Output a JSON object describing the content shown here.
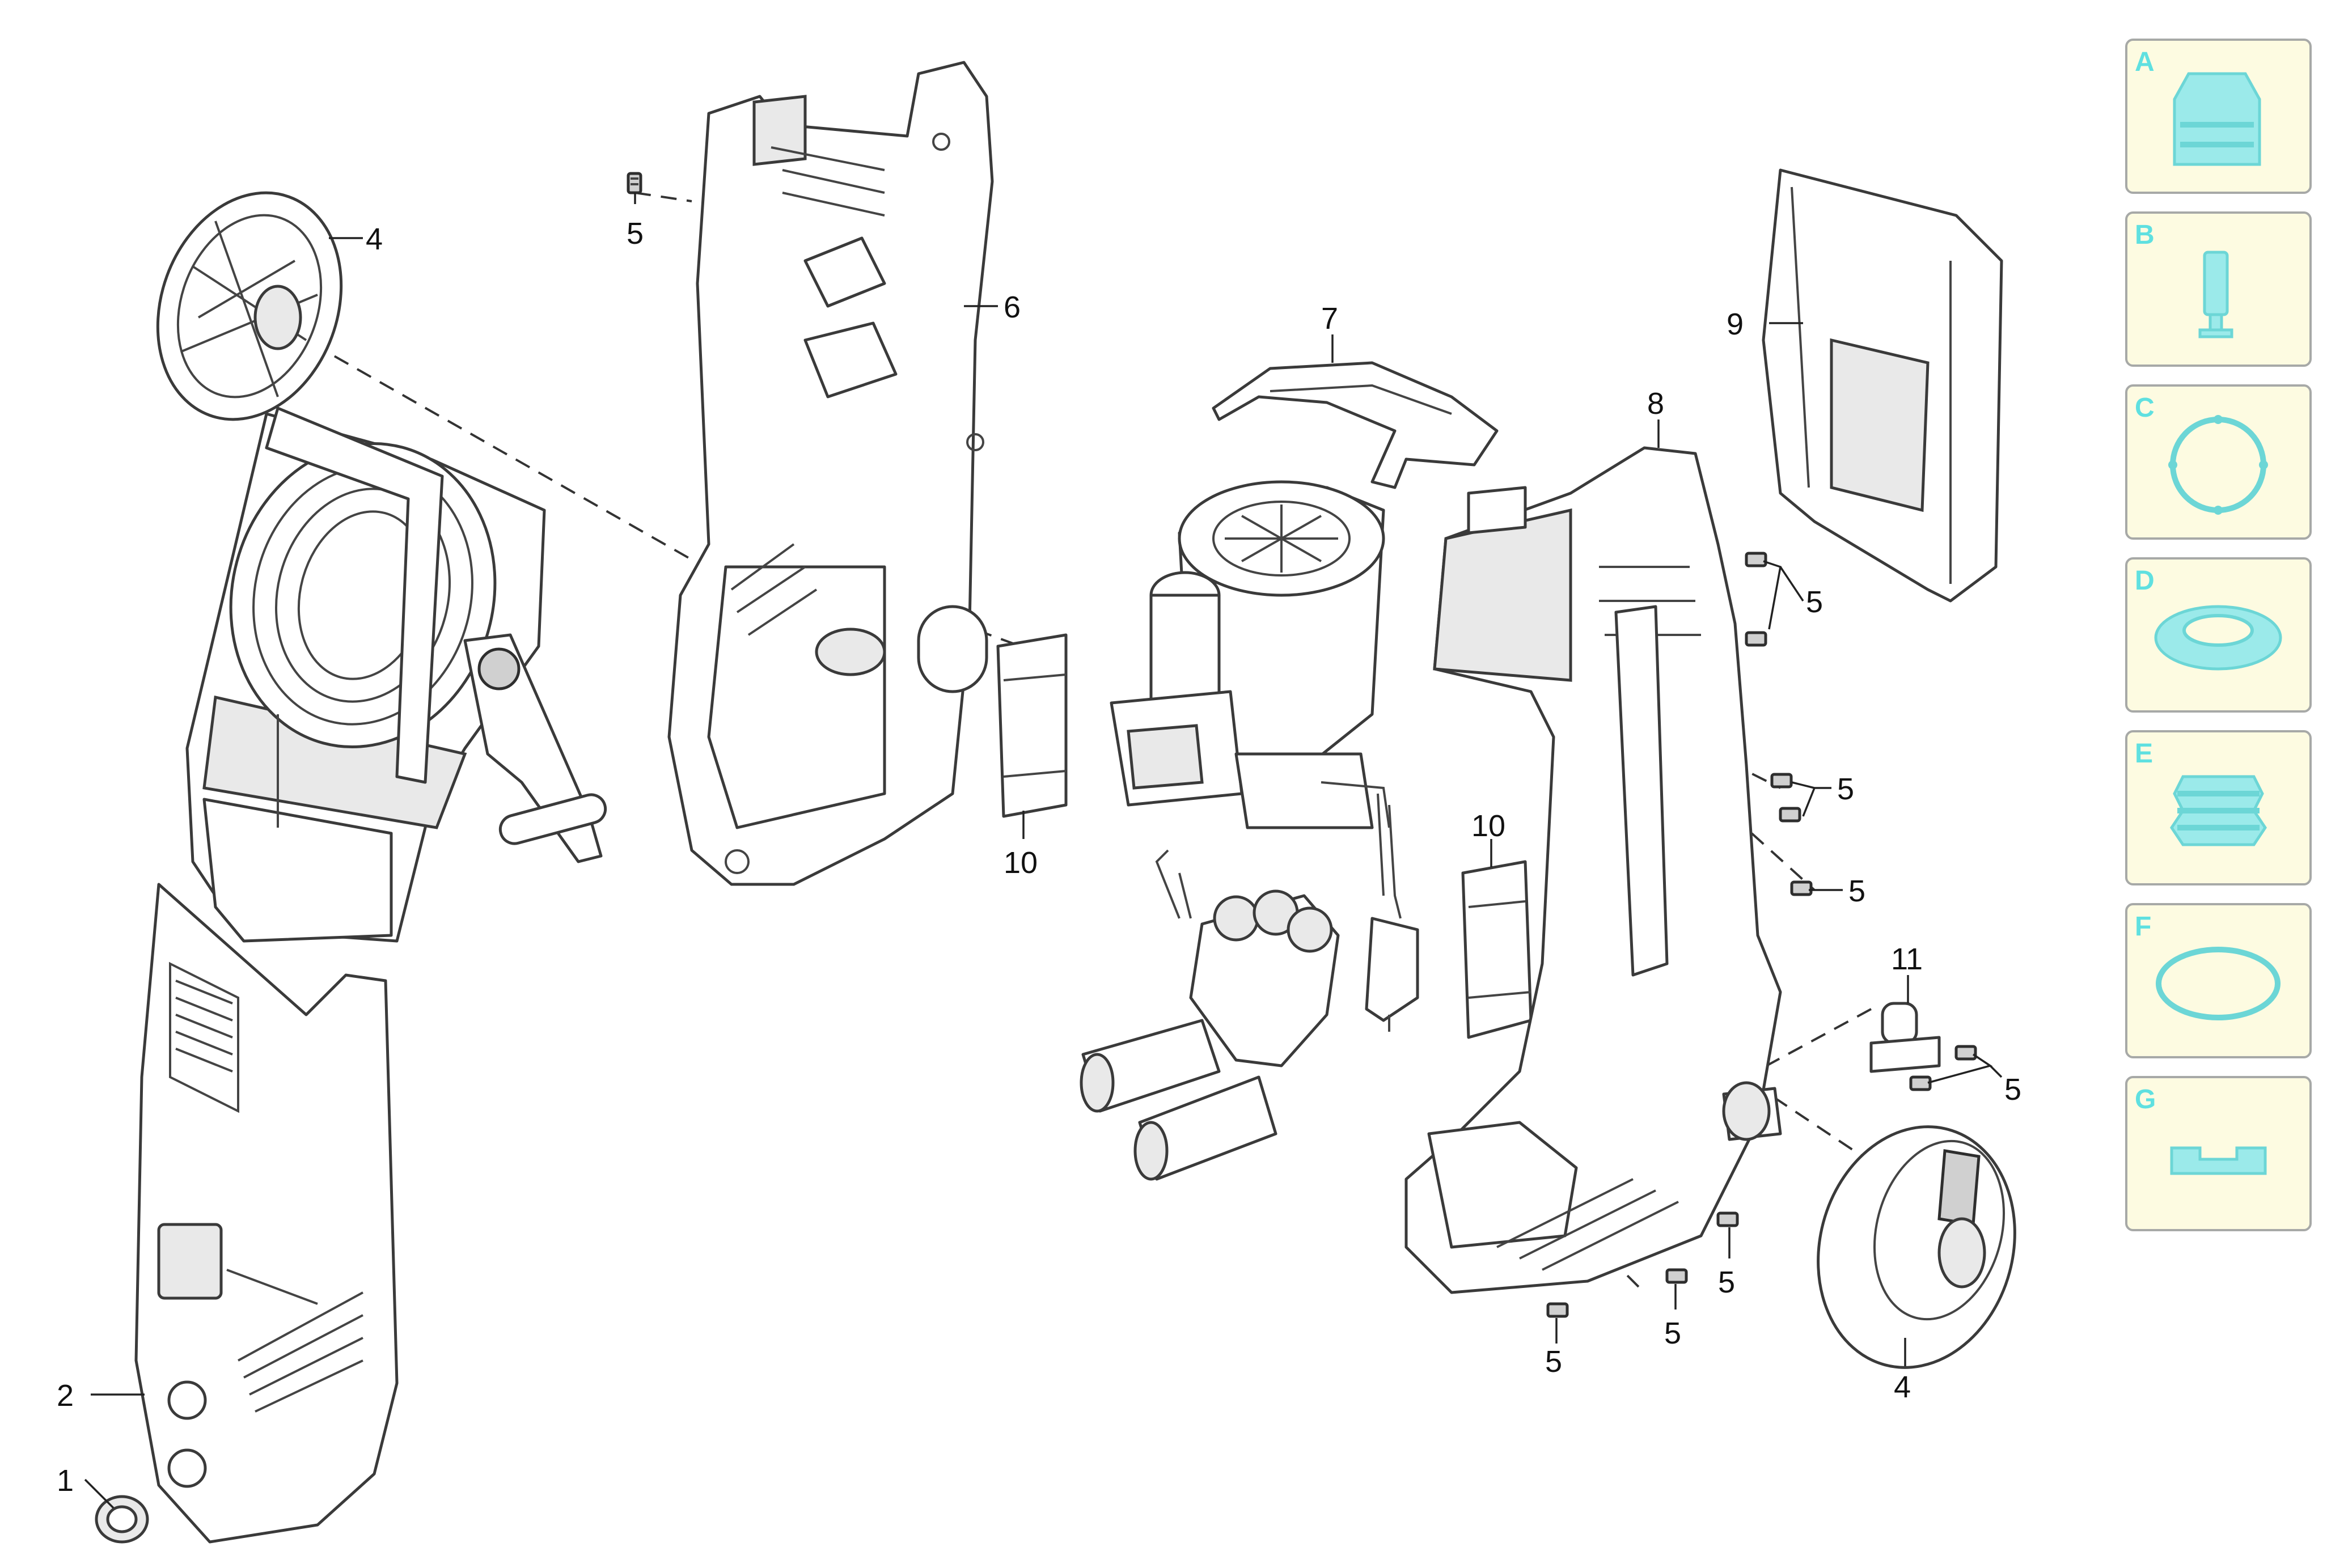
{
  "callouts": {
    "c1": "1",
    "c2": "2",
    "c4_top": "4",
    "c4_bottom": "4",
    "c5_top": "5",
    "c5_r1": "5",
    "c5_r2": "5",
    "c5_r3": "5",
    "c5_r4": "5",
    "c5_b1": "5",
    "c5_b2": "5",
    "c5_b3": "5",
    "c6": "6",
    "c7": "7",
    "c8": "8",
    "c9": "9",
    "c10_left": "10",
    "c10_center": "10",
    "c11": "11"
  },
  "legend": [
    {
      "letter": "A",
      "icon": "pump-head-icon"
    },
    {
      "letter": "B",
      "icon": "pin-icon"
    },
    {
      "letter": "C",
      "icon": "seal-ring-icon"
    },
    {
      "letter": "D",
      "icon": "washer-icon"
    },
    {
      "letter": "E",
      "icon": "bellows-seal-icon"
    },
    {
      "letter": "F",
      "icon": "o-ring-icon"
    },
    {
      "letter": "G",
      "icon": "bracket-icon"
    }
  ],
  "colors": {
    "legend_bg": "#fdfbe1",
    "legend_border": "#a7a9a7",
    "legend_accent": "#5fe0e0"
  }
}
